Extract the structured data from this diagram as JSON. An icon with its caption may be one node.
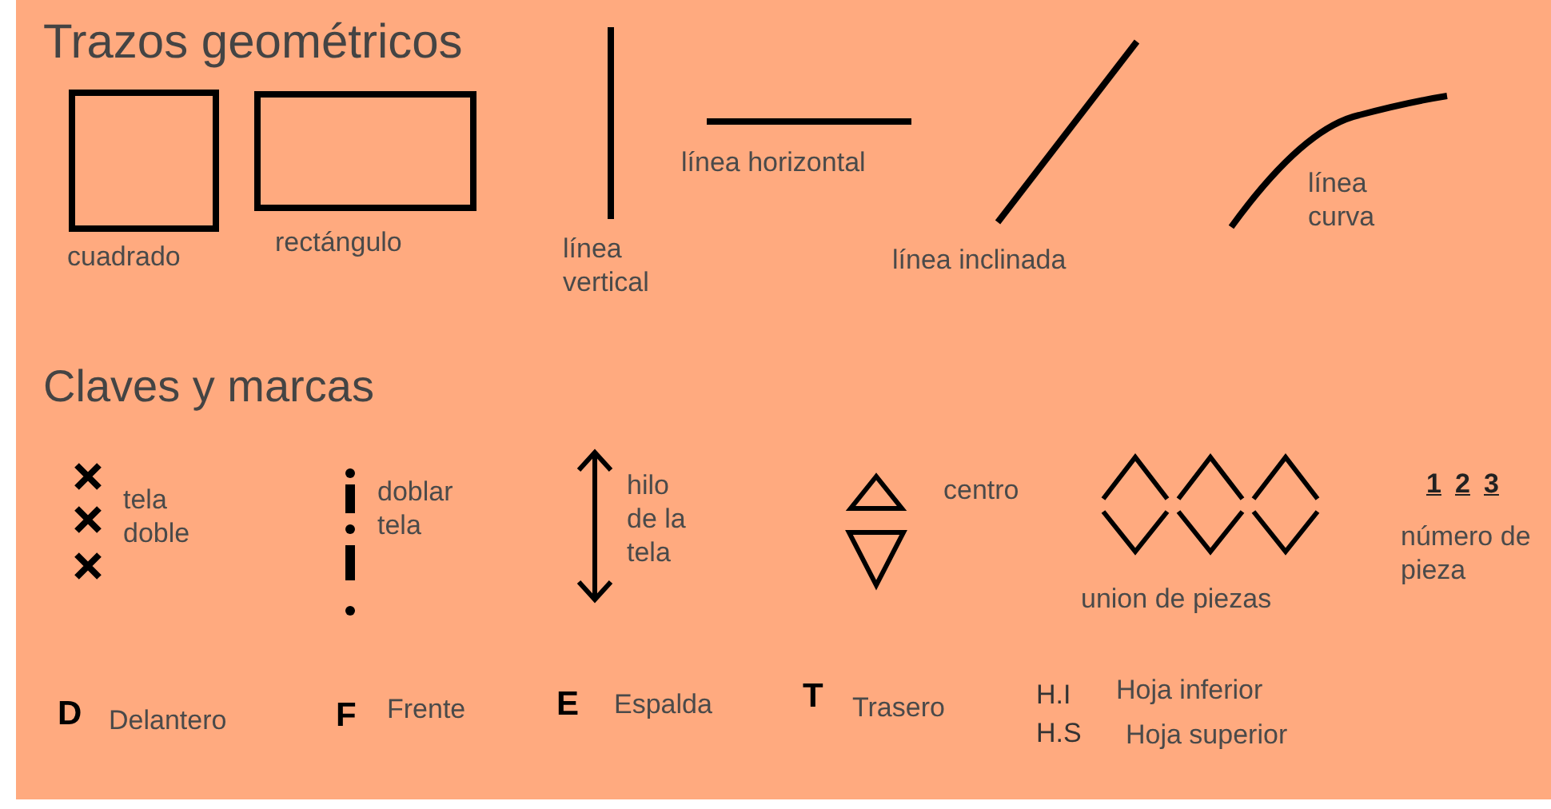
{
  "diagram": {
    "labels": [
      "Trazos geométricos",
      "cuadrado",
      "rectángulo",
      "línea vertical",
      "línea horizontal",
      "línea inclinada",
      "línea curva",
      "Claves y marcas",
      "tela doble",
      "doblar tela",
      "hilo de la tela",
      "centro",
      "union de piezas",
      "1",
      "2",
      "3",
      "número de pieza",
      "D",
      "Delantero",
      "F",
      "Frente",
      "E",
      "Espalda",
      "T",
      "Trasero",
      "H.I",
      "Hoja inferior",
      "H.S",
      "Hoja superior"
    ]
  }
}
